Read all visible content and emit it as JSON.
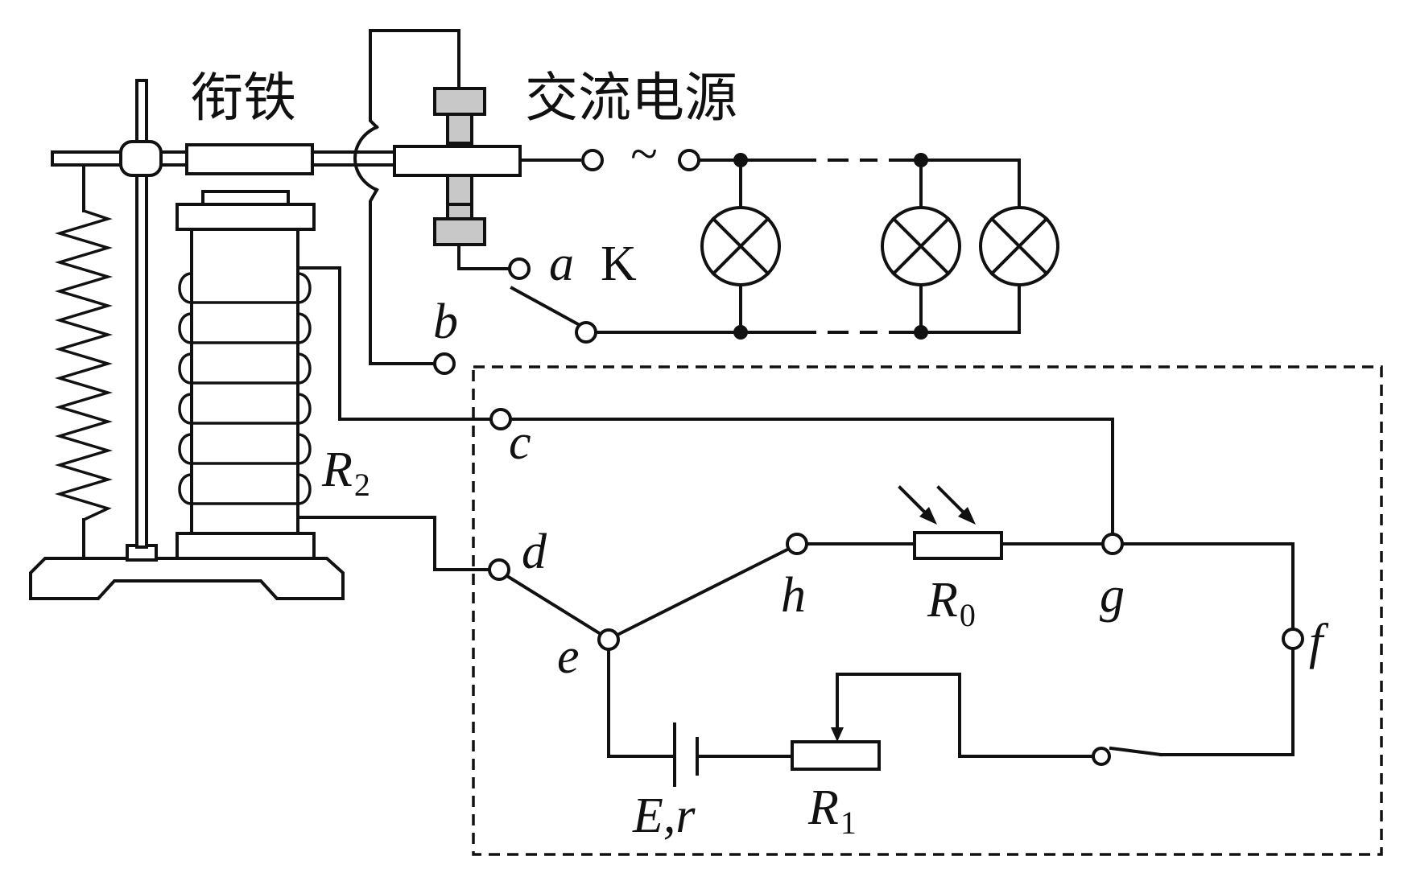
{
  "labels": {
    "armature": "衔铁",
    "ac_source": "交流电源",
    "tilde": "~",
    "a": "a",
    "K": "K",
    "b": "b",
    "c": "c",
    "d": "d",
    "e": "e",
    "f": "f",
    "g": "g",
    "h": "h",
    "R2_main": "R",
    "R2_sub": "2",
    "R0_main": "R",
    "R0_sub": "0",
    "R1_main": "R",
    "R1_sub": "1",
    "battery": "E,r"
  }
}
